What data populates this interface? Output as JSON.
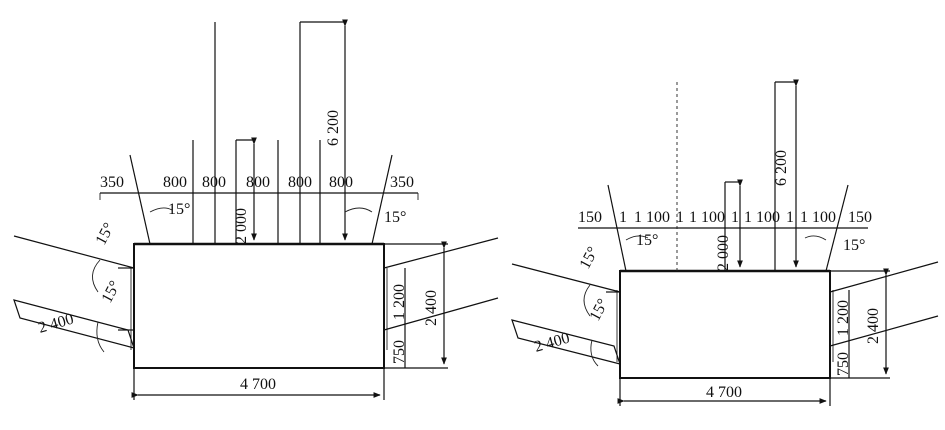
{
  "left_drawing": {
    "top_dims": [
      "350",
      "800",
      "800",
      "800",
      "800",
      "800",
      "350"
    ],
    "angle_labels": [
      "15°",
      "15°",
      "15°",
      "15°"
    ],
    "height_6200": "6 200",
    "height_2000": "2 000",
    "side_1200": "1 200",
    "side_750": "750",
    "side_2400": "2 400",
    "pipe_2400": "2 400",
    "width_4700": "4 700"
  },
  "right_drawing": {
    "top_dims": [
      "150",
      "1 100",
      "1 100",
      "1 100",
      "1 100",
      "150"
    ],
    "mid_ones": [
      "1",
      "1",
      "1",
      "1"
    ],
    "angle_labels": [
      "15°",
      "15°",
      "15°",
      "15°"
    ],
    "height_6200": "6 200",
    "height_2000": "2 000",
    "side_1200": "1 200",
    "side_750": "750",
    "side_2400": "2 400",
    "pipe_2400": "2 400",
    "width_4700": "4 700"
  }
}
